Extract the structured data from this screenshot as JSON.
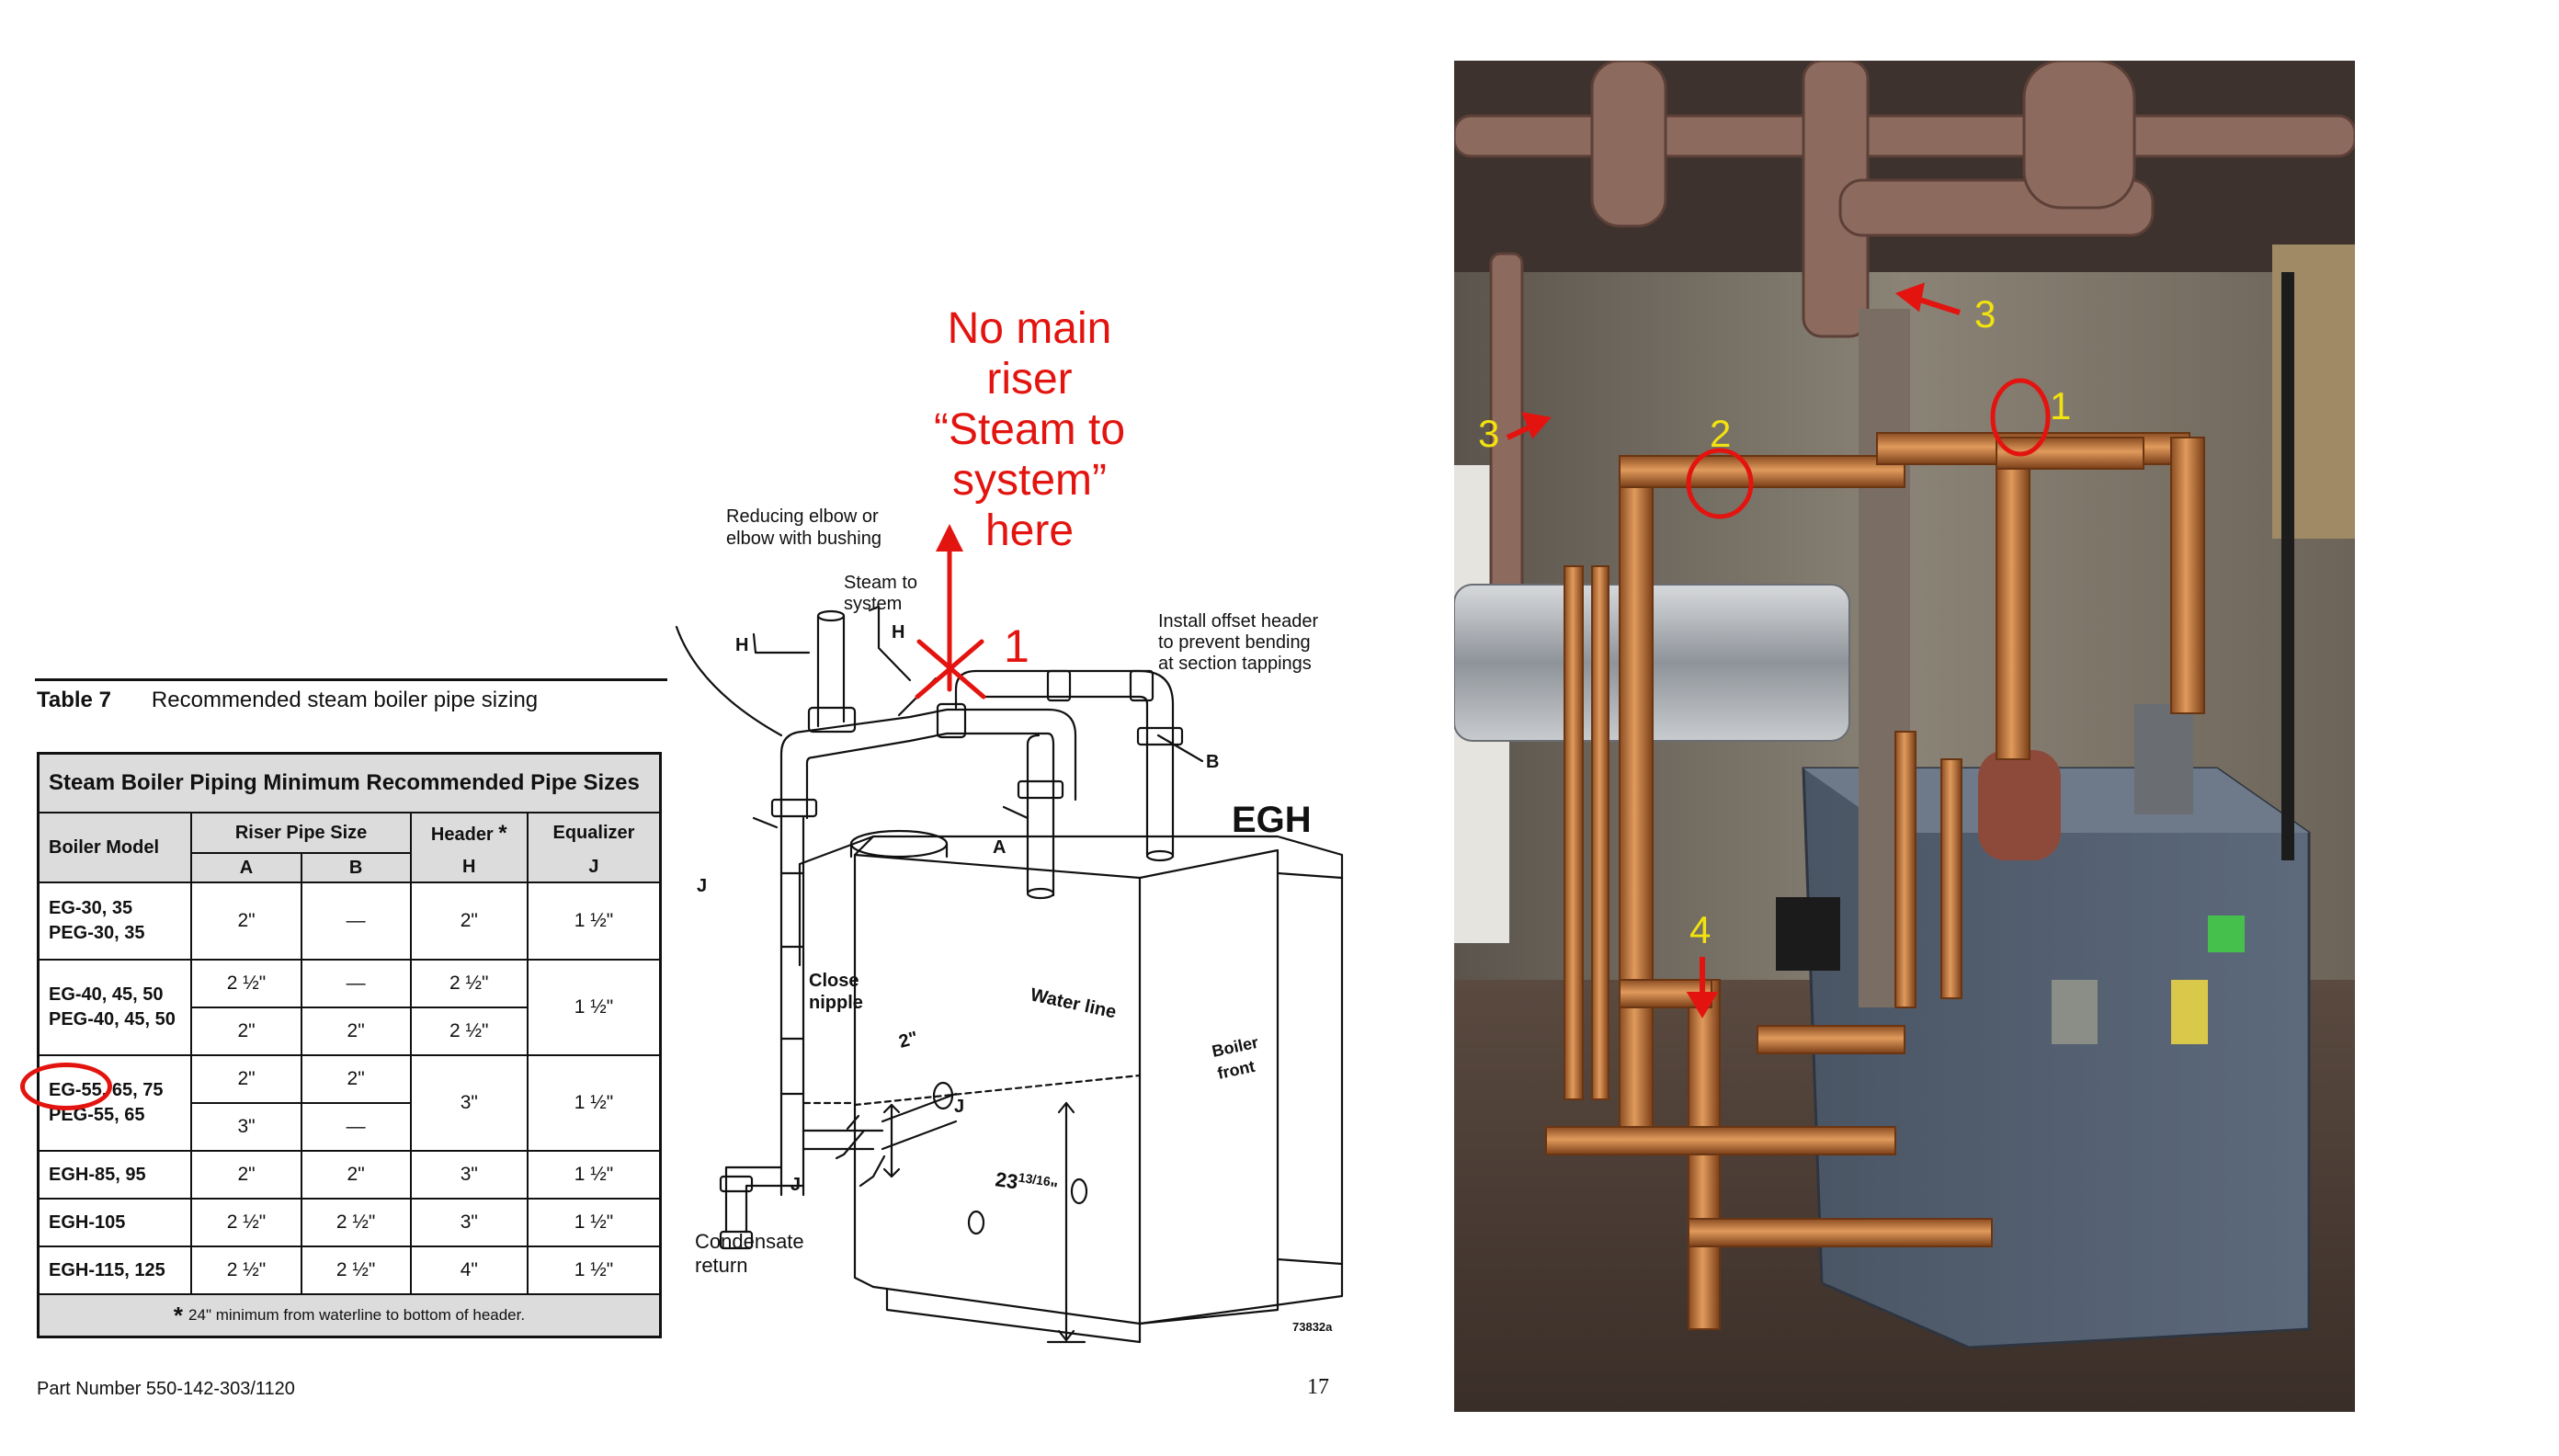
{
  "table7": {
    "label": "Table 7",
    "caption": "Recommended steam boiler pipe sizing",
    "title": "Steam Boiler Piping Minimum Recommended Pipe Sizes",
    "headers": {
      "model": "Boiler Model",
      "riser": "Riser Pipe Size",
      "header": "Header",
      "header_star": "*",
      "equalizer": "Equalizer",
      "col_a": "A",
      "col_b": "B",
      "col_h": "H",
      "col_j": "J"
    },
    "rows": [
      {
        "model_line1": "EG-30, 35",
        "model_line2": "PEG-30, 35",
        "a": "2\"",
        "b": "—",
        "h": "2\"",
        "j": "1 ½\""
      },
      {
        "model_line1": "EG-40, 45, 50",
        "model_line2": "PEG-40, 45, 50",
        "a1": "2 ½\"",
        "b1": "—",
        "h1": "2 ½\"",
        "a2": "2\"",
        "b2": "2\"",
        "h2": "2 ½\"",
        "j": "1 ½\""
      },
      {
        "model_line1": "EG-55, 65, 75",
        "model_line2": "PEG-55, 65",
        "a1": "2\"",
        "b1": "2\"",
        "a2": "3\"",
        "b2": "—",
        "h": "3\"",
        "j": "1 ½\""
      },
      {
        "model": "EGH-85, 95",
        "a": "2\"",
        "b": "2\"",
        "h": "3\"",
        "j": "1 ½\""
      },
      {
        "model": "EGH-105",
        "a": "2 ½\"",
        "b": "2 ½\"",
        "h": "3\"",
        "j": "1 ½\""
      },
      {
        "model": "EGH-115, 125",
        "a": "2 ½\"",
        "b": "2 ½\"",
        "h": "4\"",
        "j": "1 ½\""
      }
    ],
    "footnote_star": "*",
    "footnote": "24\" minimum from waterline to bottom of header."
  },
  "footer": {
    "part_number": "Part Number 550-142-303/1120",
    "page_number": "17"
  },
  "diagram": {
    "red_note": [
      "No main",
      "riser",
      "“Steam to",
      "system”",
      "here"
    ],
    "red_marker": "1",
    "labels": {
      "reducing": [
        "Reducing elbow or",
        "elbow with bushing"
      ],
      "steam": [
        "Steam to",
        "system"
      ],
      "offset": [
        "Install offset header",
        "to prevent bending",
        "at section tappings"
      ],
      "h_left": "H",
      "h_top": "H",
      "b": "B",
      "a": "A",
      "j_left": "J",
      "j_mid": "J",
      "j_bottom": "J",
      "close_nipple": [
        "Close",
        "nipple"
      ],
      "water_line": "Water line",
      "two_inch": "2\"",
      "boiler_front": [
        "Boiler",
        "front"
      ],
      "height": "23",
      "height_frac": "13/16",
      "height_unit": "\"",
      "condensate": [
        "Condensate",
        "return"
      ],
      "model": "EGH",
      "fig_number": "73832a"
    }
  },
  "photo": {
    "callouts": [
      "1",
      "2",
      "3",
      "3",
      "4"
    ],
    "callout_color": "#f2e20f",
    "marker_color": "#e3140f"
  }
}
